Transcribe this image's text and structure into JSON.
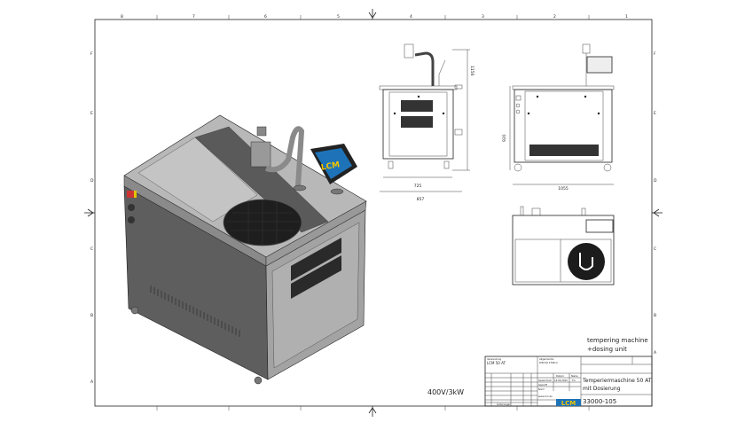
{
  "frame": {
    "columns": [
      "8",
      "7",
      "6",
      "5",
      "4",
      "3",
      "2",
      "1"
    ],
    "rows": [
      "F",
      "E",
      "D",
      "C",
      "B",
      "A"
    ]
  },
  "dimensions": {
    "front_width_inner": "725",
    "front_width_outer": "857",
    "front_height": "1156",
    "side_height": "920",
    "side_width": "1055"
  },
  "screen_logo": "LCM",
  "power_rating": "400V/3kW",
  "description_en": [
    "tempering machine",
    "+dosing unit"
  ],
  "title_block": {
    "usage_label": "Verwendung",
    "usage_value": "LCM 50 AT",
    "tolerance_label": "Allgemeintol.",
    "tolerance_value": "DIN ISO 2768-m",
    "date_label": "Datum",
    "name_label": "Name",
    "drawn_label": "Gezeichnet",
    "drawn_date": "16.09.2020",
    "drawn_name": "TG",
    "checked_label": "Geprüft",
    "norm_label": "Norm",
    "website": "www.lcm.de",
    "change_label": "Änderungen",
    "title_de": [
      "Temperiermaschine 50 AT",
      "mit Dosierung"
    ],
    "drawing_number": "33000-105",
    "logo": "LCM"
  },
  "colors": {
    "logo_bg": "#1e73b8",
    "logo_text": "#f2c500",
    "steel": "#a9a9a9",
    "dark_steel": "#5e5e5e"
  }
}
